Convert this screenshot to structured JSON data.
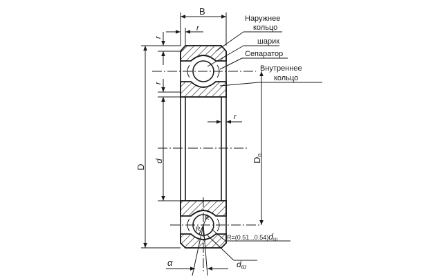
{
  "labels": {
    "outer_ring_1": "Наружнее",
    "outer_ring_2": "кольцо",
    "ball": "шарик",
    "separator": "Сепаратор",
    "inner_ring_1": "Внутреннее",
    "inner_ring_2": "кольцо",
    "formula_prefix": "R=(0.51...0.54)",
    "formula_d": "d",
    "formula_sub": "ш",
    "dw_d": "d",
    "dw_sub": "ш"
  },
  "dimensions": {
    "width": "B",
    "radius": "r",
    "outer_diameter": "D",
    "bore_diameter": "d",
    "pitch_diameter": "D",
    "pitch_sub": "o",
    "angle": "α",
    "ball_radius": "R"
  }
}
